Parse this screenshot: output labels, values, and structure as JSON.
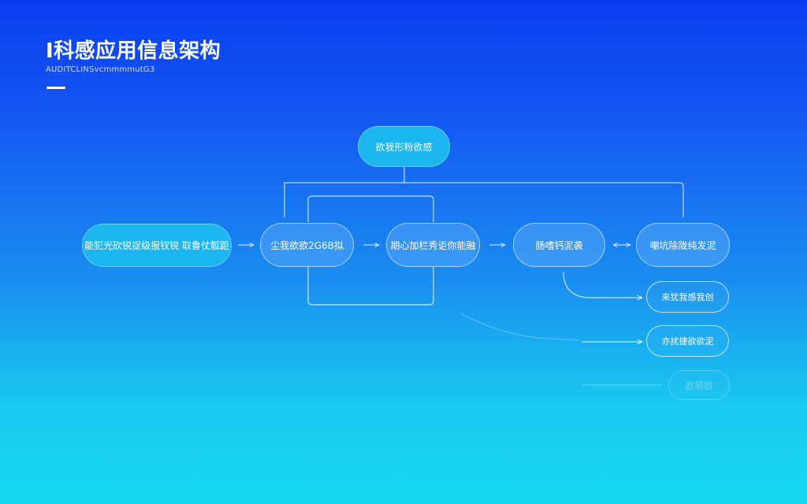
{
  "header": {
    "title": "I科感应用信息架构",
    "subtitle": "AUDITCLINSvcmmmmutG3"
  },
  "nodes": {
    "root": "欲我形粉欲感",
    "entry": "能犯光砍锐捉级报钗锐 取鲁仗靓距",
    "n1": "尘我欲欲2G6B拟",
    "n2": "期心加栏秀讵你能融",
    "n3": "肠嗜钙泥袭",
    "n4": "嘲坑除陇纯发泥",
    "s1": "来犹我感我创",
    "s2": "亦扰捷欲欲泥",
    "s3": "欲嗯欲"
  },
  "colors": {
    "bg_top": "#0a3df0",
    "bg_bottom": "#16d8f2",
    "node_solid": "#1bb5ef",
    "line": "#ffffff"
  }
}
